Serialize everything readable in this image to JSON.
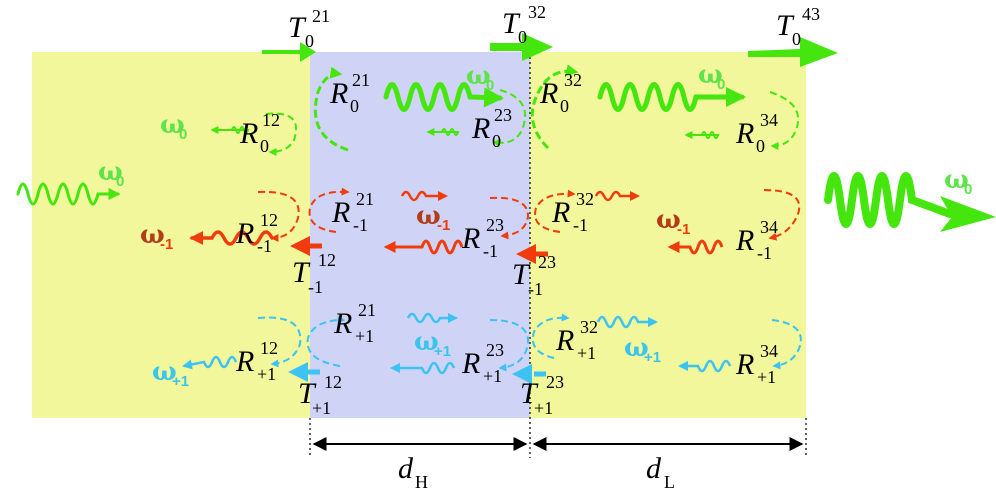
{
  "colors": {
    "layer_yellow": "#f1f79a",
    "layer_blue": "#cfd3f6",
    "green": "#44e60e",
    "red": "#f03c0c",
    "cyan": "#3cc3f3",
    "omega_green": "#5ee44a",
    "omega_red": "#b33c19",
    "omega_cyan": "#3ac6ec"
  },
  "transmission_top": [
    {
      "letter": "T",
      "sub": "0",
      "sup": "21"
    },
    {
      "letter": "T",
      "sub": "0",
      "sup": "32"
    },
    {
      "letter": "T",
      "sub": "0",
      "sup": "43"
    }
  ],
  "reflections": [
    {
      "letter": "R",
      "sub": "0",
      "sup": "12"
    },
    {
      "letter": "R",
      "sub": "0",
      "sup": "21"
    },
    {
      "letter": "R",
      "sub": "0",
      "sup": "23"
    },
    {
      "letter": "R",
      "sub": "0",
      "sup": "32"
    },
    {
      "letter": "R",
      "sub": "0",
      "sup": "34"
    },
    {
      "letter": "R",
      "sub": "-1",
      "sup": "12"
    },
    {
      "letter": "R",
      "sub": "-1",
      "sup": "21"
    },
    {
      "letter": "R",
      "sub": "-1",
      "sup": "23"
    },
    {
      "letter": "R",
      "sub": "-1",
      "sup": "32"
    },
    {
      "letter": "R",
      "sub": "-1",
      "sup": "34"
    },
    {
      "letter": "R",
      "sub": "+1",
      "sup": "12"
    },
    {
      "letter": "R",
      "sub": "+1",
      "sup": "21"
    },
    {
      "letter": "R",
      "sub": "+1",
      "sup": "23"
    },
    {
      "letter": "R",
      "sub": "+1",
      "sup": "32"
    },
    {
      "letter": "R",
      "sub": "+1",
      "sup": "34"
    }
  ],
  "transmissions_side": [
    {
      "letter": "T",
      "sub": "-1",
      "sup": "12"
    },
    {
      "letter": "T",
      "sub": "-1",
      "sup": "23"
    },
    {
      "letter": "T",
      "sub": "+1",
      "sup": "12"
    },
    {
      "letter": "T",
      "sub": "+1",
      "sup": "23"
    }
  ],
  "omegas": [
    {
      "symbol": "ω",
      "sub": "0"
    },
    {
      "symbol": "ω",
      "sub": "0"
    },
    {
      "symbol": "ω",
      "sub": "0"
    },
    {
      "symbol": "ω",
      "sub": "0"
    },
    {
      "symbol": "ω",
      "sub": "0"
    },
    {
      "symbol": "ω",
      "sub": "-1"
    },
    {
      "symbol": "ω",
      "sub": "-1"
    },
    {
      "symbol": "ω",
      "sub": "-1"
    },
    {
      "symbol": "ω",
      "sub": "+1"
    },
    {
      "symbol": "ω",
      "sub": "+1"
    },
    {
      "symbol": "ω",
      "sub": "+1"
    }
  ],
  "thickness": [
    {
      "letter": "d",
      "sub": "H"
    },
    {
      "letter": "d",
      "sub": "L"
    }
  ]
}
